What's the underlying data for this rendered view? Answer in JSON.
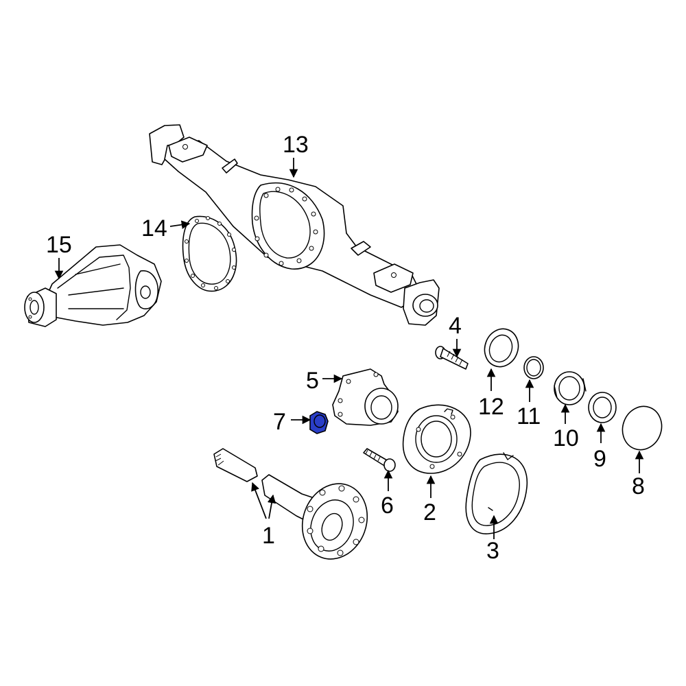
{
  "highlight_color": "#2a3ec8",
  "callouts": [
    {
      "id": "1",
      "text": "1"
    },
    {
      "id": "2",
      "text": "2"
    },
    {
      "id": "3",
      "text": "3"
    },
    {
      "id": "4",
      "text": "4"
    },
    {
      "id": "5",
      "text": "5"
    },
    {
      "id": "6",
      "text": "6"
    },
    {
      "id": "7",
      "text": "7"
    },
    {
      "id": "8",
      "text": "8"
    },
    {
      "id": "9",
      "text": "9"
    },
    {
      "id": "10",
      "text": "10"
    },
    {
      "id": "11",
      "text": "11"
    },
    {
      "id": "12",
      "text": "12"
    },
    {
      "id": "13",
      "text": "13"
    },
    {
      "id": "14",
      "text": "14"
    },
    {
      "id": "15",
      "text": "15"
    }
  ],
  "highlighted_part": "7"
}
